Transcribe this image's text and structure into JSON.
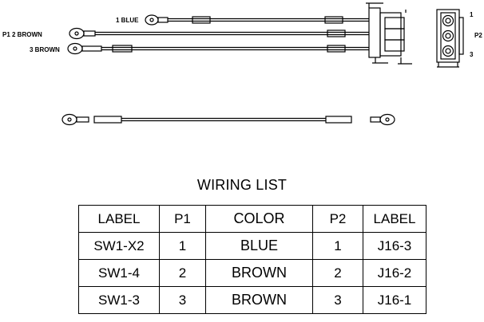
{
  "harness": {
    "wire_1_label": "1  BLUE",
    "wire_2_label": "P1  2  BROWN",
    "wire_3_label": "3  BROWN",
    "connector_label": "P2",
    "pin_1": "1",
    "pin_3": "3"
  },
  "wiring_list": {
    "title": "WIRING LIST",
    "headers": [
      "LABEL",
      "P1",
      "COLOR",
      "P2",
      "LABEL"
    ],
    "rows": [
      [
        "SW1-X2",
        "1",
        "BLUE",
        "1",
        "J16-3"
      ],
      [
        "SW1-4",
        "2",
        "BROWN",
        "2",
        "J16-2"
      ],
      [
        "SW1-3",
        "3",
        "BROWN",
        "3",
        "J16-1"
      ]
    ]
  }
}
